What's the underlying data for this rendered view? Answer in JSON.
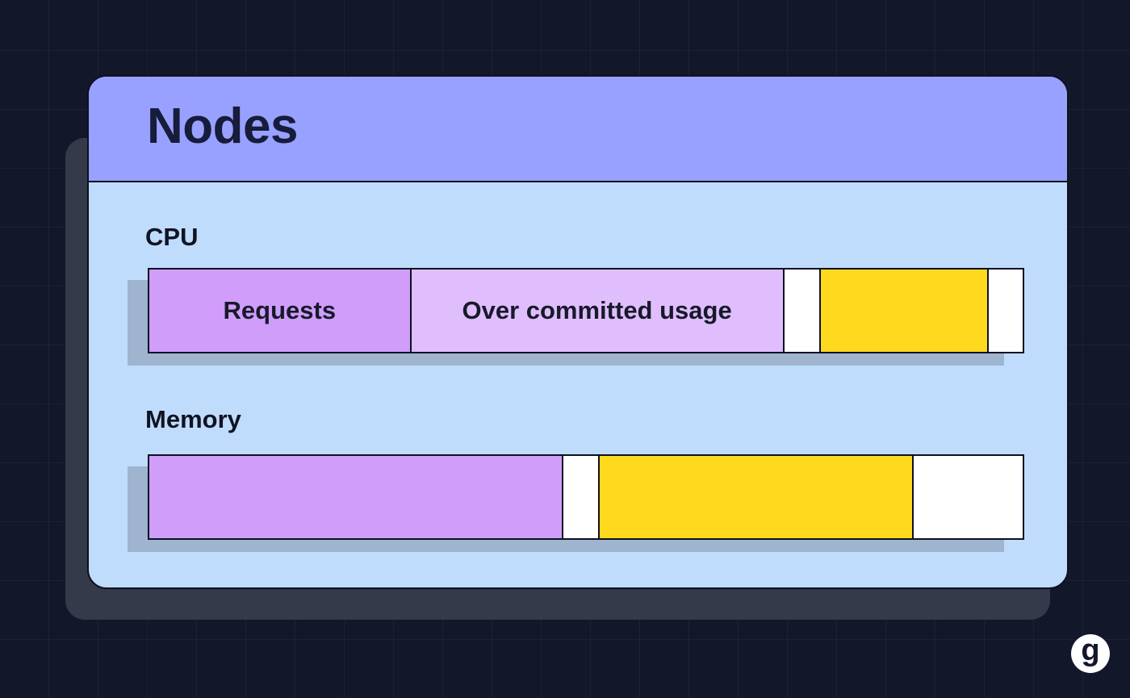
{
  "title": "Nodes",
  "colors": {
    "background": "#121829",
    "card": "#c0dcfc",
    "header": "#98a1ff",
    "requests": "#d09dfa",
    "over_committed": "#e0bdfd",
    "yellow": "#ffd91e",
    "empty": "#ffffff",
    "outline": "#0d1120"
  },
  "resources": [
    {
      "label": "CPU",
      "segments": [
        {
          "label": "Requests",
          "fraction": 0.3,
          "color": "#d09dfa"
        },
        {
          "label": "Over committed usage",
          "fraction": 0.427,
          "color": "#e0bdfd"
        },
        {
          "label": "",
          "fraction": 0.042,
          "color": "#ffffff"
        },
        {
          "label": "",
          "fraction": 0.192,
          "color": "#ffd91e"
        },
        {
          "label": "",
          "fraction": 0.039,
          "color": "#ffffff"
        }
      ]
    },
    {
      "label": "Memory",
      "segments": [
        {
          "label": "",
          "fraction": 0.474,
          "color": "#d09dfa"
        },
        {
          "label": "",
          "fraction": 0.042,
          "color": "#ffffff"
        },
        {
          "label": "",
          "fraction": 0.359,
          "color": "#ffd91e"
        },
        {
          "label": "",
          "fraction": 0.125,
          "color": "#ffffff"
        }
      ]
    }
  ],
  "logo": {
    "text": "g",
    "icon": "g-logo-icon"
  }
}
